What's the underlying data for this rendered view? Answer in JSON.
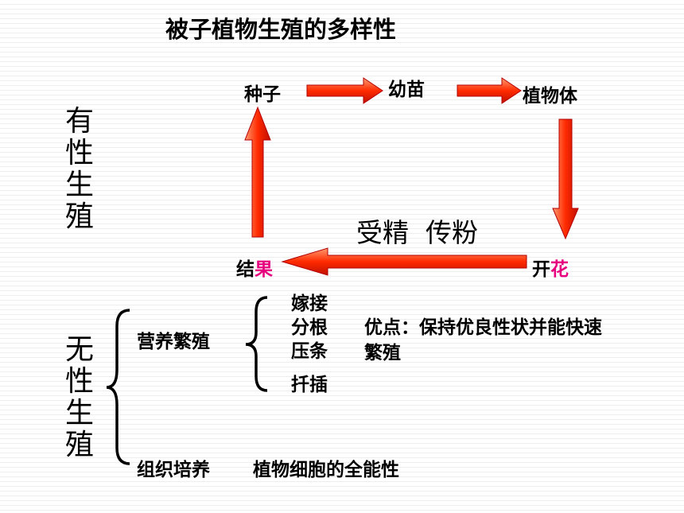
{
  "title": "被子植物生殖的多样性",
  "sexual": {
    "label_chars": [
      "有",
      "性",
      "生",
      "殖"
    ],
    "nodes": {
      "seed": "种子",
      "seedling": "幼苗",
      "plant": "植物体",
      "flower_prefix": "开",
      "flower_highlight": "花",
      "fruit_prefix": "结",
      "fruit_highlight": "果"
    },
    "process_label": "受精  传粉"
  },
  "asexual": {
    "label_chars": [
      "无",
      "性",
      "生",
      "殖"
    ],
    "vegetative": "营养繁殖",
    "methods": [
      "嫁接",
      "分根",
      "压条",
      "扦插"
    ],
    "advantage_line1": "优点：保持优良性状并能快速",
    "advantage_line2": "繁殖",
    "tissue_culture": "组织培养",
    "totipotency": "植物细胞的全能性"
  },
  "colors": {
    "arrow_fill": "#ff2a00",
    "arrow_stroke": "#b30000",
    "highlight": "#e6007e"
  }
}
